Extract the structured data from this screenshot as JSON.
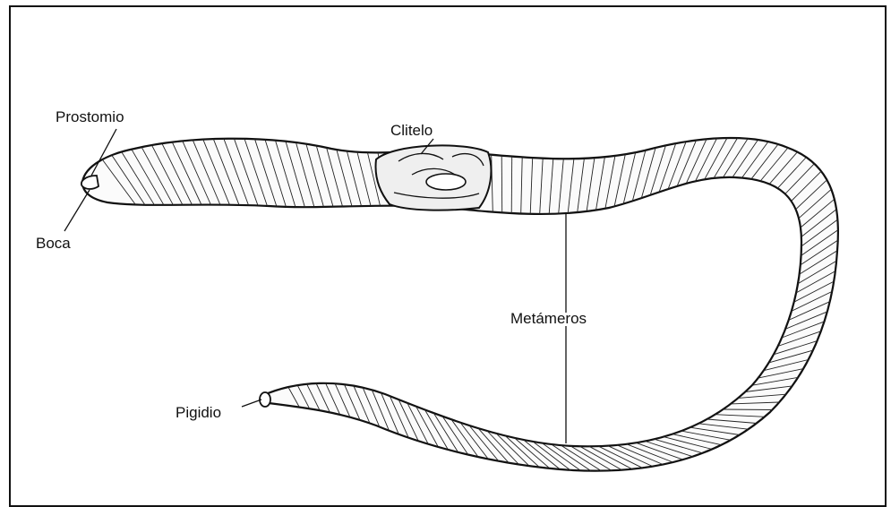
{
  "labels": {
    "prostomio": "Prostomio",
    "boca": "Boca",
    "clitelo": "Clitelo",
    "metameros": "Metámeros",
    "pigidio": "Pigidio"
  },
  "colors": {
    "ink": "#111111",
    "body_fill": "#fbfbfb",
    "background": "#ffffff"
  }
}
